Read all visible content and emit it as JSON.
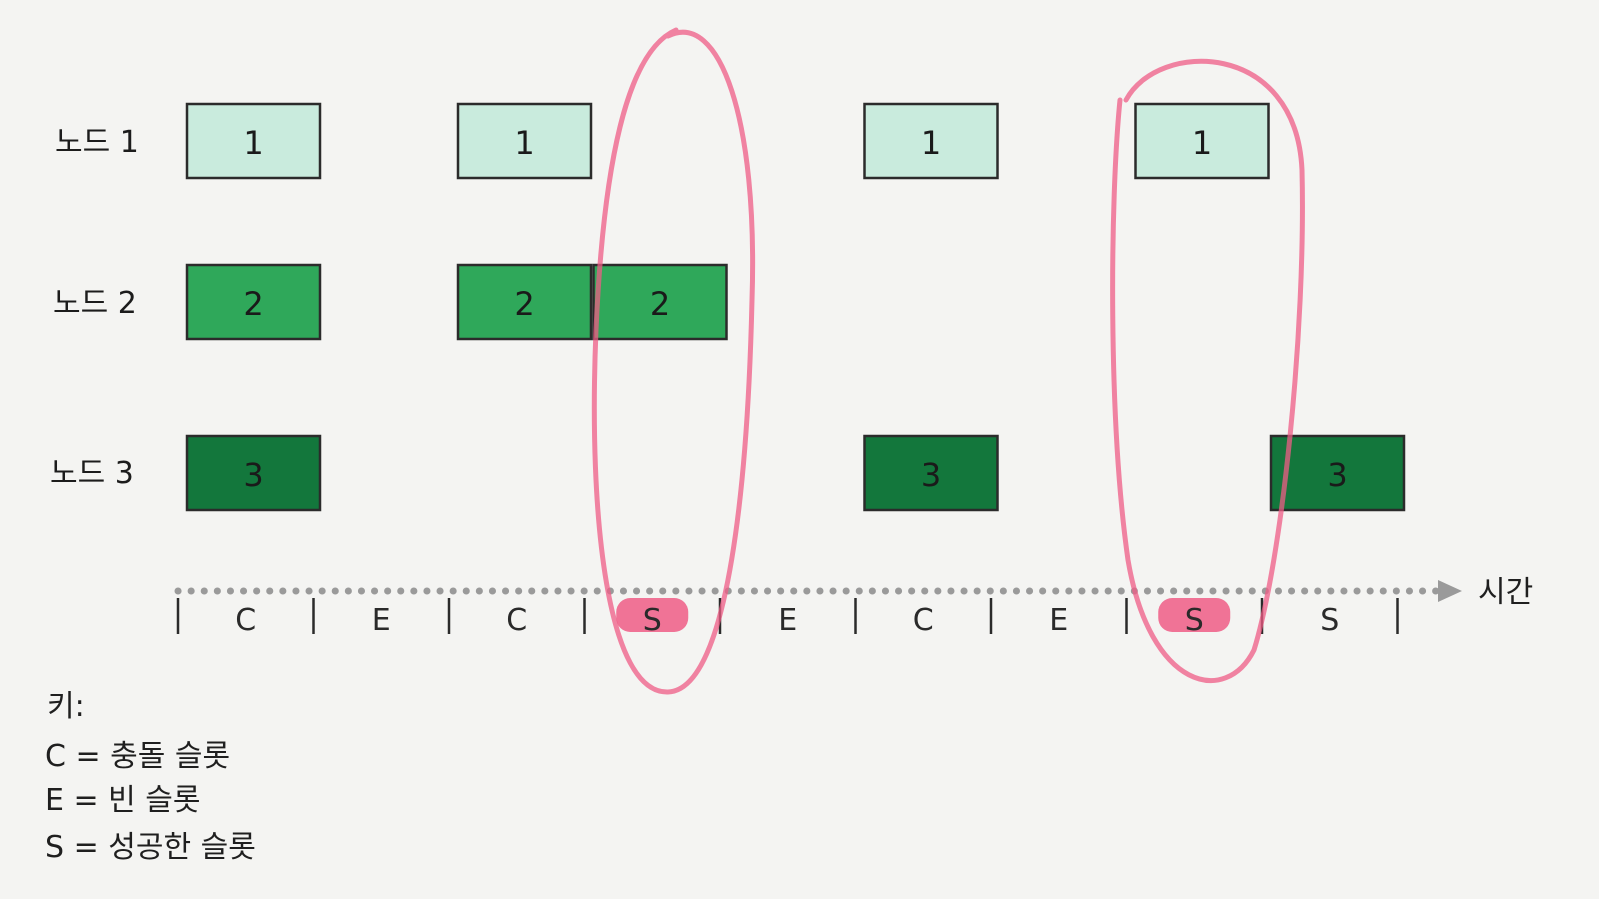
{
  "colors": {
    "node1": "#c9ebdd",
    "node2": "#2fa85a",
    "node3": "#13773c",
    "highlight": "#ef5c86",
    "axis": "#9a9a9a"
  },
  "nodes": [
    {
      "label": "노드 1",
      "frame_text": "1",
      "frames_in_slots": [
        0,
        2,
        5,
        7
      ]
    },
    {
      "label": "노드 2",
      "frame_text": "2",
      "frames_in_slots": [
        0,
        2,
        3
      ]
    },
    {
      "label": "노드 3",
      "frame_text": "3",
      "frames_in_slots": [
        0,
        5,
        8
      ]
    }
  ],
  "time_axis": {
    "label": "시간",
    "slots": [
      "C",
      "E",
      "C",
      "S",
      "E",
      "C",
      "E",
      "S",
      "S"
    ],
    "highlighted_slots": [
      3,
      7
    ]
  },
  "key": {
    "title": "키:",
    "entries": [
      "C = 충돌 슬롯",
      "E = 빈 슬롯",
      "S = 성공한 슬롯"
    ]
  }
}
